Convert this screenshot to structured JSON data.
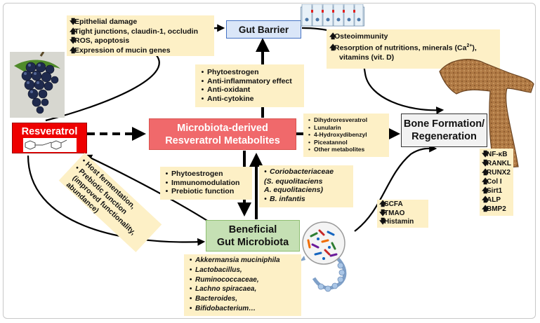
{
  "colors": {
    "gut_barrier_fill": "#dae6f8",
    "gut_barrier_border": "#4472c4",
    "metabolites_fill": "#f0696b",
    "resveratrol_fill": "#ee0000",
    "microbiota_fill": "#c5e0b4",
    "note_fill": "#fdf0c6",
    "bone_fill": "#b07a45"
  },
  "nodes": {
    "resveratrol": "Resveratrol",
    "gut_barrier": "Gut Barrier",
    "metabolites_line1": "Microbiota-derived",
    "metabolites_line2": "Resveratrol Metabolites",
    "bone_line1": "Bone Formation/",
    "bone_line2": "Regeneration",
    "microbiota_line1": "Beneficial",
    "microbiota_line2": "Gut Microbiota"
  },
  "gut_effects": [
    {
      "dir": "down",
      "text": "Epithelial damage"
    },
    {
      "dir": "up",
      "text": "Tight junctions, claudin-1, occludin"
    },
    {
      "dir": "down",
      "text": "ROS, apoptosis"
    },
    {
      "dir": "up",
      "text": "Expression of mucin genes"
    }
  ],
  "bone_effects": {
    "line1": "Osteoimmunity",
    "line2": "Resorption of nutritions, minerals (Ca",
    "line2_sup": "2+",
    "line2_end": "),",
    "line3": "vitamins (vit. D)"
  },
  "metabolite_effects": [
    "Phytoestrogen",
    "Anti-inflammatory effect",
    "Anti-oxidant",
    "Anti-cytokine"
  ],
  "metabolite_list": [
    "Dihydroresveratrol",
    "Lunularin",
    "4-Hydroxydibenzyl",
    "Piceatannol",
    "Other metabolites"
  ],
  "microbiota_effects": [
    "Phytoestrogen",
    "Immunomodulation",
    "Prebiotic function"
  ],
  "producers": [
    "Coriobacteriaceae",
    "(S. equolitaciens",
    "A. equolitaciens)",
    "B. infantis"
  ],
  "rotated_note": [
    "Host fermentation,",
    "Prebiotic function",
    "(improved functionality,",
    "abundance)"
  ],
  "scfa": [
    {
      "dir": "up",
      "text": "SCFA"
    },
    {
      "dir": "down",
      "text": "TMAO"
    },
    {
      "dir": "down",
      "text": "Histamin"
    }
  ],
  "bone_markers": [
    {
      "dir": "down",
      "text": "NF-κB"
    },
    {
      "dir": "down",
      "text": "RANKL"
    },
    {
      "dir": "up",
      "text": "RUNX2"
    },
    {
      "dir": "up",
      "text": "Col I"
    },
    {
      "dir": "up",
      "text": "Sirt1"
    },
    {
      "dir": "up",
      "text": "ALP"
    },
    {
      "dir": "up",
      "text": "BMP2"
    }
  ],
  "bacteria_list": [
    "Akkermansia muciniphila",
    "Lactobacillus,",
    "Ruminococcaceae,",
    "Lachno spiracaea,",
    "Bacteroides,",
    "Bifidobacterium…"
  ]
}
